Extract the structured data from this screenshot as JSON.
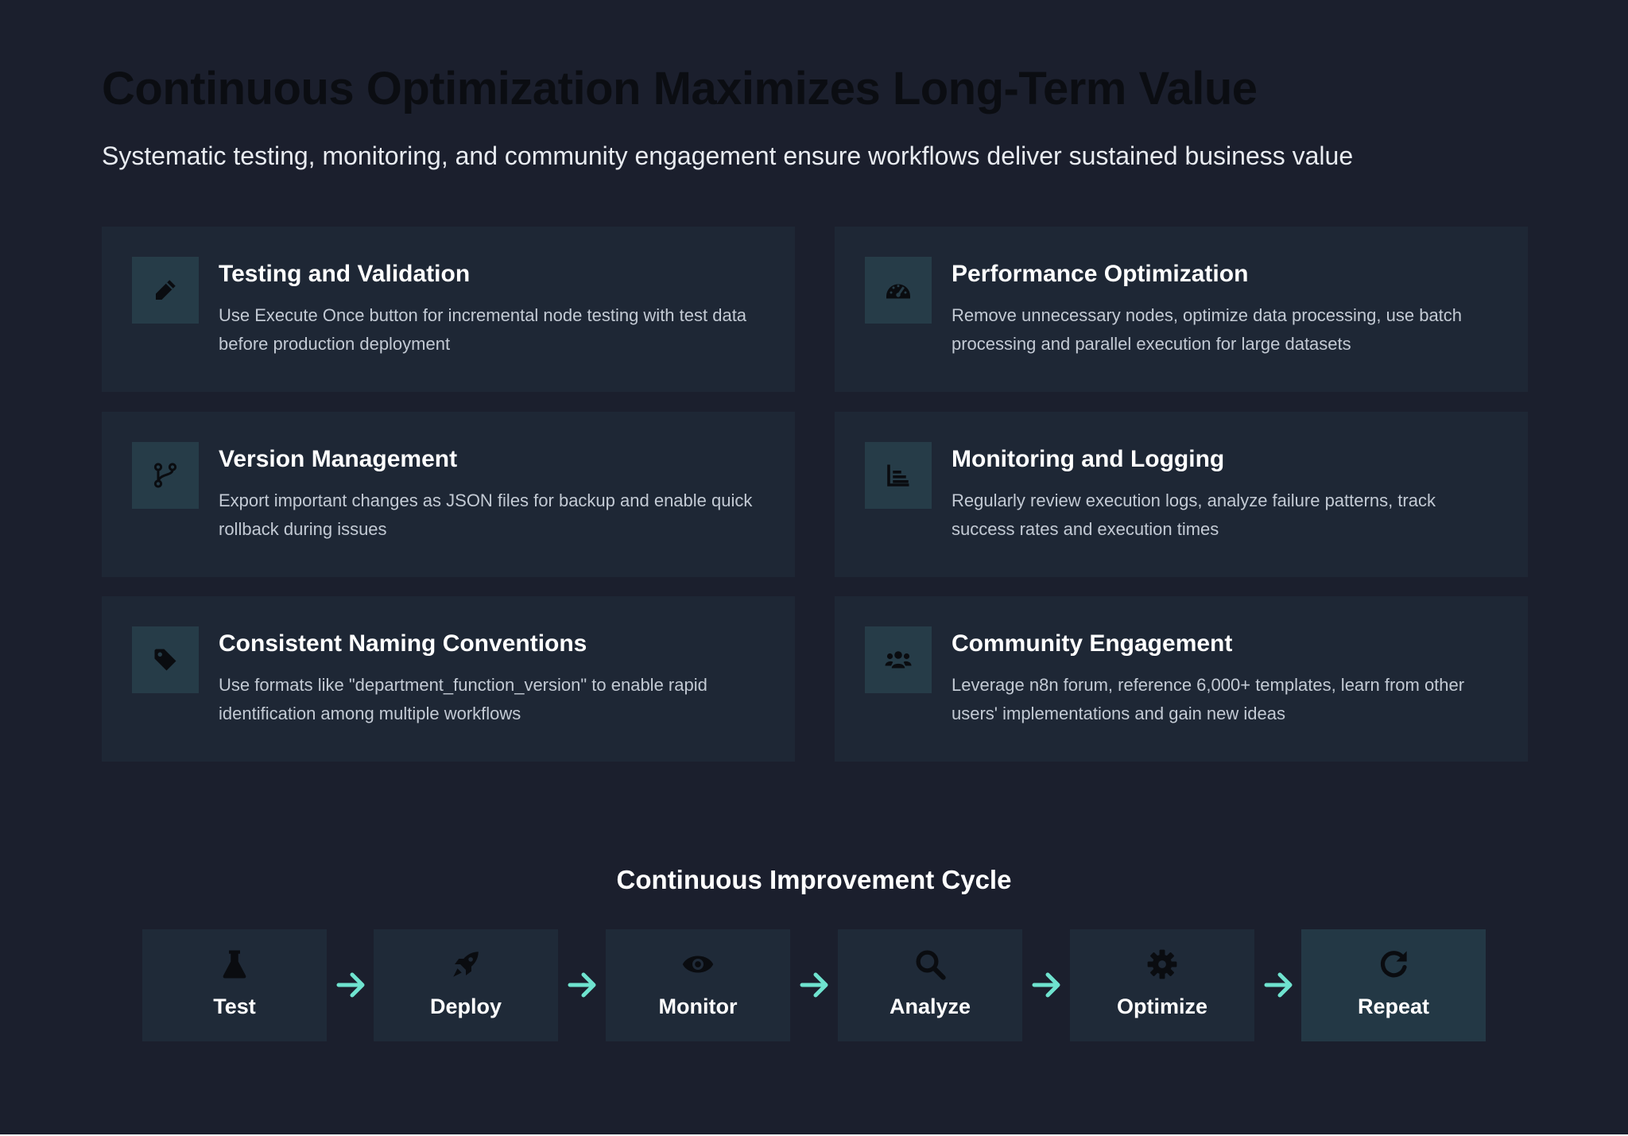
{
  "header": {
    "title": "Continuous Optimization Maximizes Long-Term Value",
    "subtitle": "Systematic testing, monitoring, and community engagement ensure workflows deliver sustained business value"
  },
  "cards": [
    {
      "icon": "pen-icon",
      "title": "Testing and Validation",
      "desc": "Use Execute Once button for incremental node testing with test data before production deployment"
    },
    {
      "icon": "gauge-icon",
      "title": "Performance Optimization",
      "desc": "Remove unnecessary nodes, optimize data processing, use batch processing and parallel execution for large datasets"
    },
    {
      "icon": "code-branch-icon",
      "title": "Version Management",
      "desc": "Export important changes as JSON files for backup and enable quick rollback during issues"
    },
    {
      "icon": "chart-bars-icon",
      "title": "Monitoring and Logging",
      "desc": "Regularly review execution logs, analyze failure patterns, track success rates and execution times"
    },
    {
      "icon": "tag-icon",
      "title": "Consistent Naming Conventions",
      "desc": "Use formats like \"department_function_version\" to enable rapid identification among multiple workflows"
    },
    {
      "icon": "users-icon",
      "title": "Community Engagement",
      "desc": "Leverage n8n forum, reference 6,000+ templates, learn from other users' implementations and gain new ideas"
    }
  ],
  "cycle": {
    "title": "Continuous Improvement Cycle",
    "steps": [
      {
        "icon": "flask-icon",
        "label": "Test"
      },
      {
        "icon": "rocket-icon",
        "label": "Deploy"
      },
      {
        "icon": "eye-icon",
        "label": "Monitor"
      },
      {
        "icon": "magnifier-icon",
        "label": "Analyze"
      },
      {
        "icon": "gear-icon",
        "label": "Optimize"
      },
      {
        "icon": "redo-icon",
        "label": "Repeat"
      }
    ]
  },
  "colors": {
    "background": "#1b1f2d",
    "card": "#1e2735",
    "icon_box": "#263c48",
    "accent": "#6fe3cf"
  }
}
